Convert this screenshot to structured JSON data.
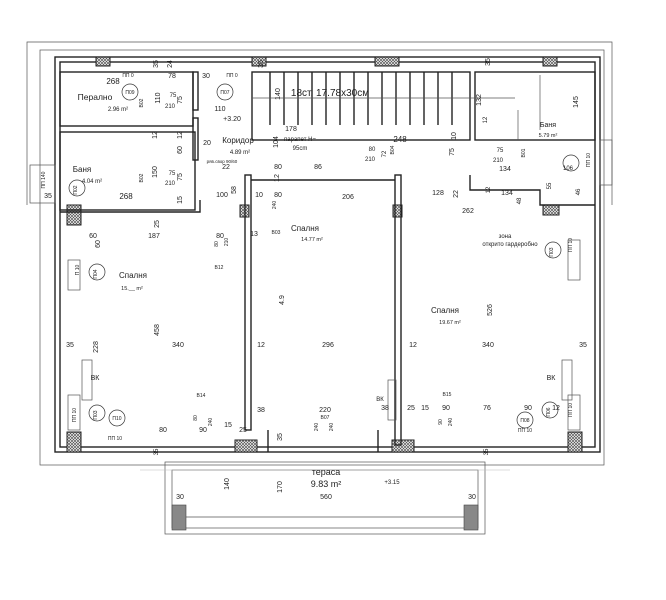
{
  "plan": {
    "colors": {
      "wall": "#222222",
      "hatch": "#555555",
      "background": "#ffffff"
    },
    "labels": {
      "stair": "18ст. 17.78x30см",
      "storage_name": "Перално",
      "storage_area": "2.96 m²",
      "corridor_name": "Коридор",
      "corridor_area": "4.89 m²",
      "corridor_level": "+3.20",
      "parapet": "парапет H=",
      "parapet_h": "95cm",
      "door_note": "ряв.свор 90/60",
      "bath_left_name": "Баня",
      "bath_left_area": "4.04 m²",
      "bath_right_name": "Баня",
      "bath_right_area": "5.79 m²",
      "bed_center_name": "Спалня",
      "bed_center_area": "14.77 m²",
      "bed_left_name": "Спалня",
      "bed_left_area": "15.__ m²",
      "bed_right_name": "Спалня",
      "bed_right_area": "19.67 m²",
      "wardrobe_1": "зона",
      "wardrobe_2": "открито гардеробно",
      "terrace_name": "тераса",
      "terrace_area": "9.83 m²",
      "terrace_level": "+3.15",
      "vk_left": "ВК",
      "vk_right": "ВК",
      "vk_center": "ВК",
      "d_35a": "35",
      "d_24": "24",
      "d_35b": "35",
      "d_35c": "35",
      "d_268a": "268",
      "d_78": "78",
      "d_30": "30",
      "pp0a": "ПП 0",
      "pp0b": "ПП 0",
      "p09": "П09",
      "p07": "П07",
      "b02a": "B02",
      "d_110a": "110",
      "d_75a": "75",
      "d_210a": "210",
      "d_75b": "75",
      "d_110b": "110",
      "d_104": "104",
      "d_178": "178",
      "d_140": "140",
      "d_12a": "12",
      "d_12b": "12",
      "d_60a": "60",
      "d_20": "20",
      "d_22a": "22",
      "d_80a": "80",
      "d_86": "86",
      "d_12c": "12",
      "p02": "П02",
      "pp140": "ПП 140",
      "d_35d": "35",
      "b02b": "B02",
      "d_150": "150",
      "d_75c": "75",
      "d_210b": "210",
      "d_75d": "75",
      "d_268b": "268",
      "d_15a": "15",
      "d_100": "100",
      "d_58": "58",
      "d_10a": "10",
      "d_80b": "80",
      "d_240a": "240",
      "d_248": "248",
      "d_10b": "10",
      "d_132": "132",
      "d_12d": "12",
      "d_145": "145",
      "d_80c": "80",
      "d_210c": "210",
      "d_72": "72",
      "b04": "B04",
      "d_75e": "75",
      "d_75f": "75",
      "d_210d": "210",
      "b01": "B01",
      "d_134a": "134",
      "d_106": "106",
      "pp10a": "ПП 10",
      "d_128": "128",
      "d_22b": "22",
      "d_12e": "12",
      "d_134b": "134",
      "d_55": "55",
      "d_48": "48",
      "d_46": "46",
      "d_206": "206",
      "d_262": "262",
      "b03": "B03",
      "d_13": "13",
      "d_49": "4.9",
      "d_12f": "12",
      "d_296": "296",
      "d_220": "220",
      "b07": "B07",
      "d_240b": "240",
      "d_240c": "240",
      "d_38a": "38",
      "d_35e": "35",
      "d_25a": "25",
      "d_60b": "60",
      "d_60c": "60",
      "d_187": "187",
      "d_80d": "80",
      "d_80e": "80",
      "d_210e": "210",
      "b12": "B12",
      "p04": "П04",
      "pp10b": "П 10",
      "d_458": "458",
      "d_340a": "340",
      "d_35f": "35",
      "d_228": "228",
      "b14": "B14",
      "d_80f": "80",
      "d_90a": "90",
      "d_240d": "240",
      "d_15b": "15",
      "d_25b": "25",
      "d_80g": "80",
      "p03a": "П03",
      "p10": "П10",
      "pp10c": "ПП 10",
      "pp10d": "ПП 10",
      "p03b": "П03",
      "pp10e": "ПП 10",
      "d_526": "526",
      "d_12g": "12",
      "d_340b": "340",
      "d_35g": "35",
      "b15": "B15",
      "d_25c": "25",
      "d_15c": "15",
      "d_90b": "90",
      "d_76": "76",
      "d_90c": "90",
      "d_12h": "12",
      "d_240e": "240",
      "d_90d": "90",
      "p08": "П08",
      "pp10f": "ПП 10",
      "p06": "П06",
      "pp10g": "ПП 10",
      "d_38b": "38",
      "d_35h": "35",
      "d_35i": "35",
      "d_560": "560",
      "d_140b": "140",
      "d_170": "170",
      "d_30b": "30",
      "d_30c": "30"
    }
  }
}
